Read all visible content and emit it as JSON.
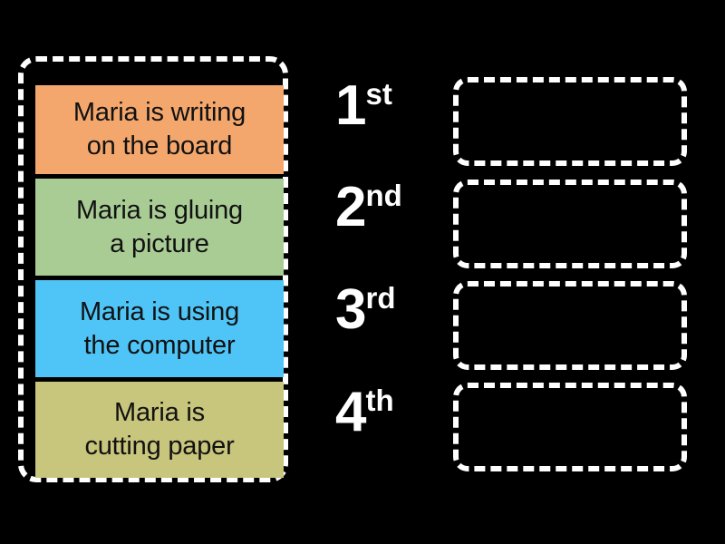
{
  "background_color": "#000000",
  "tray": {
    "border_color": "#ffffff",
    "tiles": [
      {
        "id": "tile-1",
        "text": "Maria is writing\non the board",
        "color": "#f4a76d"
      },
      {
        "id": "tile-2",
        "text": "Maria is gluing\na picture",
        "color": "#a9cc95"
      },
      {
        "id": "tile-3",
        "text": "Maria is using\nthe computer",
        "color": "#4fc4f7"
      },
      {
        "id": "tile-4",
        "text": "Maria is\ncutting paper",
        "color": "#c8c57c"
      }
    ]
  },
  "ordinals": [
    {
      "number": "1",
      "suffix": "st",
      "label": "1st"
    },
    {
      "number": "2",
      "suffix": "nd",
      "label": "2nd"
    },
    {
      "number": "3",
      "suffix": "rd",
      "label": "3rd"
    },
    {
      "number": "4",
      "suffix": "th",
      "label": "4th"
    }
  ],
  "dropzones": [
    {
      "id": "dropzone-1",
      "content": ""
    },
    {
      "id": "dropzone-2",
      "content": ""
    },
    {
      "id": "dropzone-3",
      "content": ""
    },
    {
      "id": "dropzone-4",
      "content": ""
    }
  ]
}
